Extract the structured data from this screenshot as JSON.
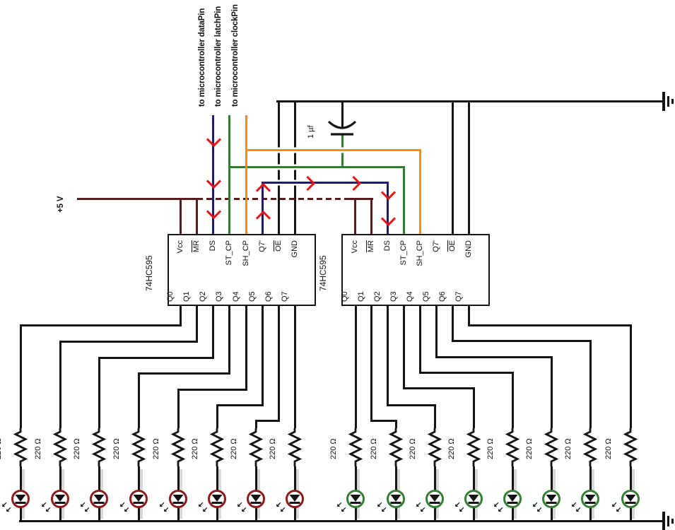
{
  "diagram": {
    "microcontroller_labels": [
      "to microcontroller dataPin",
      "to microcontroller latchPin",
      "to microcontroller clockPin"
    ],
    "supply_label": "+5 V",
    "capacitor_label": "1 µf",
    "ics": [
      {
        "name": "74HC595",
        "top_pins": [
          "Vcc",
          "MR",
          "DS",
          "ST_CP",
          "SH_CP",
          "Q7'",
          "OE",
          "GND"
        ],
        "overline_pins": [
          "MR",
          "OE"
        ],
        "bottom_pins": [
          "Q0",
          "Q1",
          "Q2",
          "Q3",
          "Q4",
          "Q5",
          "Q6",
          "Q7"
        ]
      },
      {
        "name": "74HC595",
        "top_pins": [
          "Vcc",
          "MR",
          "DS",
          "ST_CP",
          "SH_CP",
          "Q7'",
          "OE",
          "GND"
        ],
        "overline_pins": [
          "MR",
          "OE"
        ],
        "bottom_pins": [
          "Q0",
          "Q1",
          "Q2",
          "Q3",
          "Q4",
          "Q5",
          "Q6",
          "Q7"
        ]
      }
    ],
    "resistor_label": "220 Ω",
    "resistor_count": 16,
    "led_groups": [
      {
        "color": "dark-red",
        "hex": "#8c1a1a",
        "count": 8
      },
      {
        "color": "green",
        "hex": "#338033",
        "count": 8
      }
    ],
    "emission_arrow_glyph": "↙",
    "wire_colors": {
      "data_wire": "#1d1d73",
      "latch_wire": "#2f7d33",
      "clock_wire": "#ff8c05",
      "supply_wire": "#5a1c1c",
      "ground_wire": "#141414",
      "signal_arrow": "#e81313",
      "shadow": "#d8d8d8"
    }
  }
}
